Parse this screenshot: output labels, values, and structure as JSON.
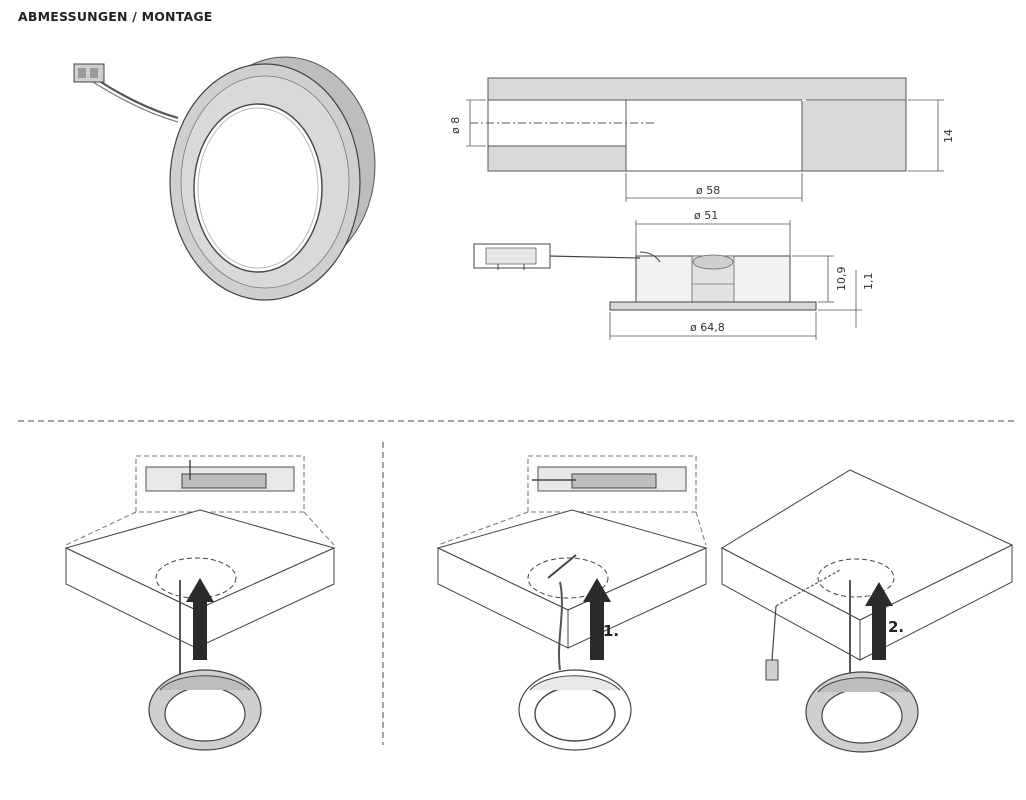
{
  "heading": "ABMESSUNGEN / MONTAGE",
  "dimensions": {
    "d8": "ø 8",
    "h14": "14",
    "d58": "ø 58",
    "d51": "ø 51",
    "h10_9": "10,9",
    "h1_1": "1,1",
    "d64_8": "ø 64,8"
  },
  "steps": {
    "one": "1.",
    "two": "2."
  },
  "colors": {
    "line": "#3a3a3a",
    "fill_gray": "#d9d9d9",
    "panel_shadow": "#e8e8e8",
    "arrow": "#2b2b2b"
  }
}
